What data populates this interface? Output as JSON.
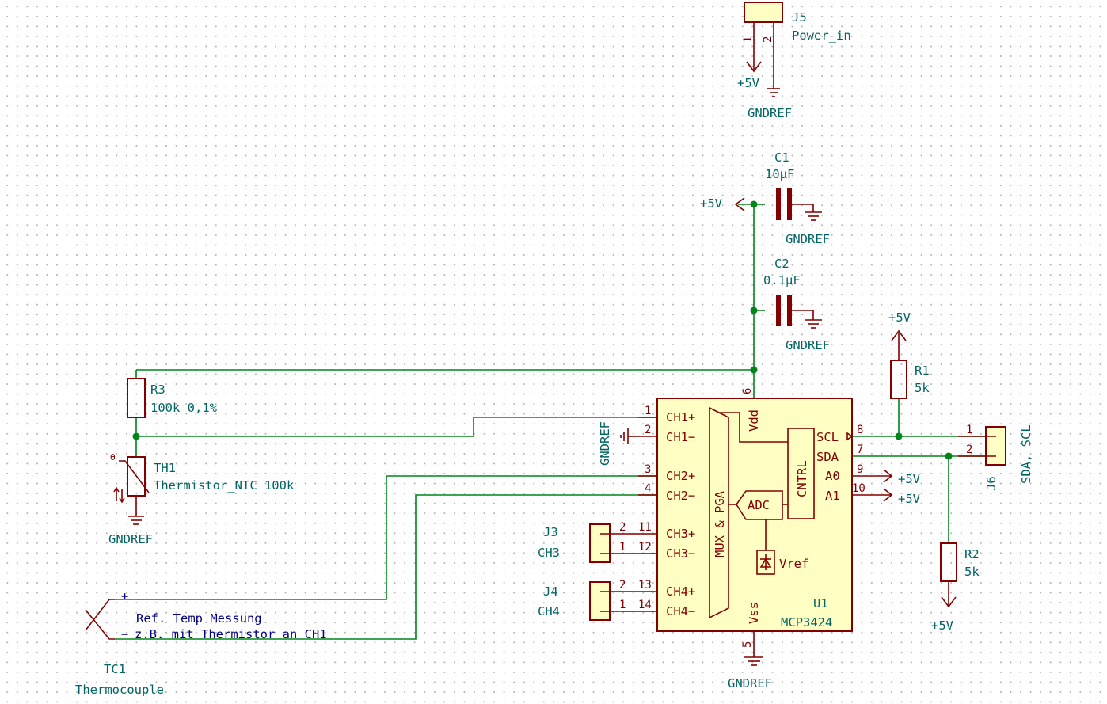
{
  "components": {
    "j5": {
      "ref": "J5",
      "value": "Power_in",
      "pin1": "1",
      "pin2": "2"
    },
    "c1": {
      "ref": "C1",
      "value": "10µF"
    },
    "c2": {
      "ref": "C2",
      "value": "0.1µF"
    },
    "r1": {
      "ref": "R1",
      "value": "5k"
    },
    "r2": {
      "ref": "R2",
      "value": "5k"
    },
    "r3": {
      "ref": "R3",
      "value": "100k 0,1%"
    },
    "th1": {
      "ref": "TH1",
      "value": "Thermistor_NTC 100k"
    },
    "tc1": {
      "ref": "TC1",
      "value": "Thermocouple"
    },
    "j3": {
      "ref": "J3",
      "value": "CH3",
      "pin_top": "2",
      "pin_bot": "1"
    },
    "j4": {
      "ref": "J4",
      "value": "CH4",
      "pin_top": "2",
      "pin_bot": "1"
    },
    "j6": {
      "ref": "J6",
      "value": "SDA, SCL",
      "pin1": "1",
      "pin2": "2"
    },
    "u1": {
      "ref": "U1",
      "value": "MCP3424"
    }
  },
  "power": {
    "vcc": "+5V",
    "gnd": "GNDREF"
  },
  "u1_pins": {
    "ch1p": "CH1+",
    "ch1n": "CH1−",
    "ch2p": "CH2+",
    "ch2n": "CH2−",
    "ch3p": "CH3+",
    "ch3n": "CH3−",
    "ch4p": "CH4+",
    "ch4n": "CH4−",
    "scl": "SCL",
    "sda": "SDA",
    "a0": "A0",
    "a1": "A1",
    "vdd": "Vdd",
    "vss": "Vss",
    "mux": "MUX & PGA",
    "adc": "ADC",
    "cntrl": "CNTRL",
    "vref": "Vref"
  },
  "u1_pin_numbers": {
    "ch1p": "1",
    "ch1n": "2",
    "ch2p": "3",
    "ch2n": "4",
    "ch3p": "11",
    "ch3n": "12",
    "ch4p": "13",
    "ch4n": "14",
    "scl": "8",
    "sda": "7",
    "a0": "9",
    "a1": "10",
    "vdd": "6",
    "vss": "5"
  },
  "annotations": {
    "plus": "+",
    "minus": "−",
    "line1": "Ref. Temp Messung",
    "line2": "z.B. mit Thermistor an CH1"
  },
  "colors": {
    "wire": "#00841a",
    "symbol": "#840000",
    "body_fill": "#ffffc4",
    "reference": "#006464",
    "note": "#000084",
    "grid_dot": "#b4b4b4"
  }
}
